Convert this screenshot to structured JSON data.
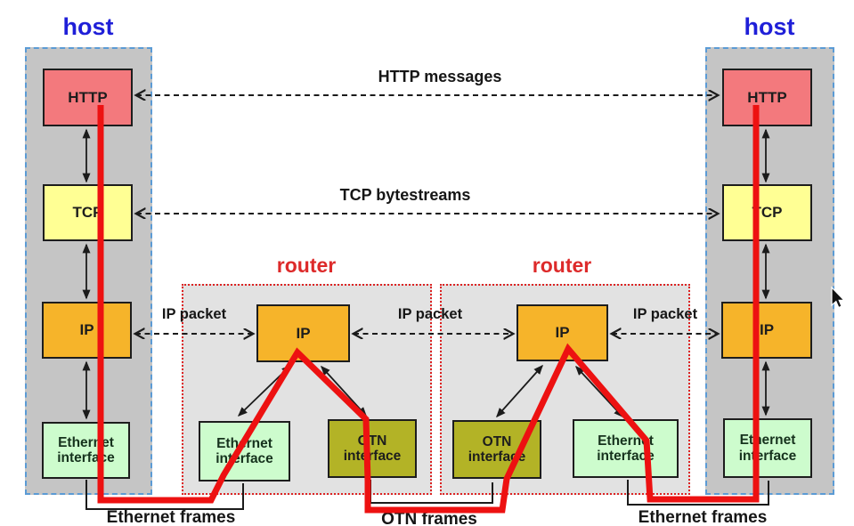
{
  "diagram": {
    "hosts": {
      "left": {
        "title": "host",
        "http": "HTTP",
        "tcp": "TCP",
        "ip": "IP",
        "eth": "Ethernet interface"
      },
      "right": {
        "title": "host",
        "http": "HTTP",
        "tcp": "TCP",
        "ip": "IP",
        "eth": "Ethernet interface"
      }
    },
    "routers": {
      "left": {
        "title": "router",
        "ip": "IP",
        "eth": "Ethernet interface",
        "otn": "OTN interface"
      },
      "right": {
        "title": "router",
        "ip": "IP",
        "otn": "OTN interface",
        "eth": "Ethernet interface"
      }
    },
    "flow_labels": {
      "http": "HTTP messages",
      "tcp": "TCP bytestreams",
      "ip_host_router1": "IP packet",
      "ip_router1_router2": "IP packet",
      "ip_router2_host": "IP packet"
    },
    "frame_labels": {
      "ethernet_left": "Ethernet frames",
      "otn": "OTN frames",
      "ethernet_right": "Ethernet frames"
    },
    "colors": {
      "http_box": "#f3797d",
      "tcp_box": "#ffff94",
      "ip_box": "#f6b42a",
      "ethernet_box": "#cdfccd",
      "otn_box": "#b3b326",
      "host_fill": "#c5c5c5",
      "router_fill": "#e2e2e2",
      "host_border": "#5b9bd5",
      "router_border": "#dd2222",
      "host_title": "#1f1fd8",
      "router_title": "#dd2a2a",
      "data_path": "#ed1111"
    }
  }
}
